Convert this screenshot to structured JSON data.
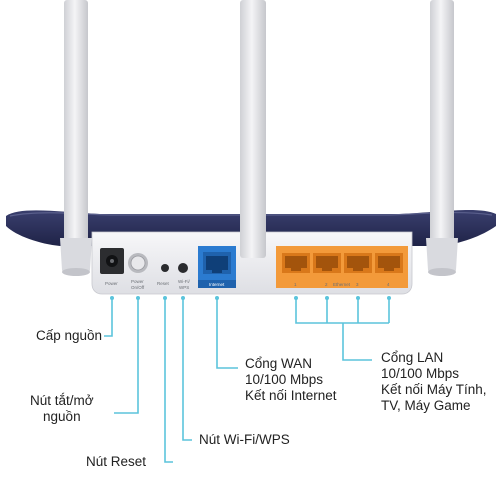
{
  "device_labels": {
    "power": "Power",
    "power_onoff_line1": "Power",
    "power_onoff_line2": "On/Off",
    "reset": "Reset",
    "wifi_wps_line1": "Wi-Fi/",
    "wifi_wps_line2": "WPS",
    "internet": "Internet",
    "lan_1": "1",
    "lan_2": "2",
    "ethernet": "Ethernet",
    "lan_3": "3",
    "lan_4": "4"
  },
  "callouts": {
    "power": "Cấp nguồn",
    "power_switch": "Nút tắt/mở\nnguồn",
    "reset": "Nút Reset",
    "wps": "Nút Wi-Fi/WPS",
    "wan": "Cổng WAN\n10/100 Mbps\nKết nối Internet",
    "lan": "Cổng LAN\n10/100 Mbps\nKết nối Máy Tính,\nTV, Máy Game"
  },
  "colors": {
    "leader_line": "#5bc4dc",
    "router_body": "#262b55",
    "port_panel": "#f1f1f3",
    "internet_port": "#2b7bd0",
    "lan_ports": "#f39a3a",
    "antenna": "#e6e6e9"
  }
}
